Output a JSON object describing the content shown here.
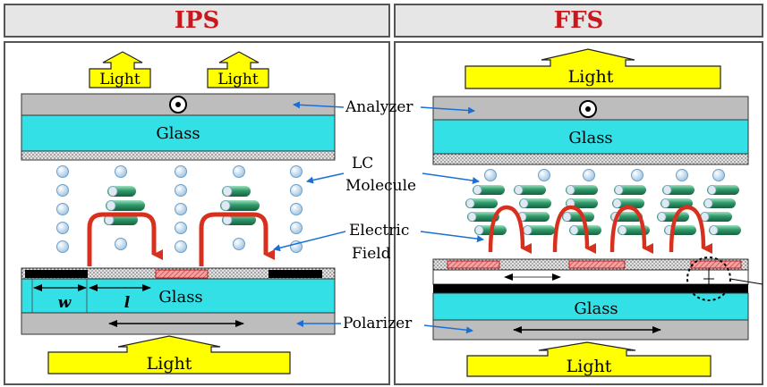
{
  "titles": {
    "left": "IPS",
    "right": "FFS"
  },
  "labels": {
    "light": "Light",
    "glass": "Glass",
    "analyzer": "Analyzer",
    "lc_line1": "LC",
    "lc_line2": "Molecule",
    "ef_line1": "Electric",
    "ef_line2": "Field",
    "polarizer": "Polarizer",
    "w": "w",
    "l": "l"
  },
  "colors": {
    "title_text": "#c8181e",
    "light_fill": "#ffff00",
    "glass_fill": "#33e0e6",
    "field_arrow": "#d8301e",
    "pointer_arrow": "#1a6fd4",
    "molecule_green": "#2f9a6a",
    "sphere_fill": "#d7e9f7"
  }
}
